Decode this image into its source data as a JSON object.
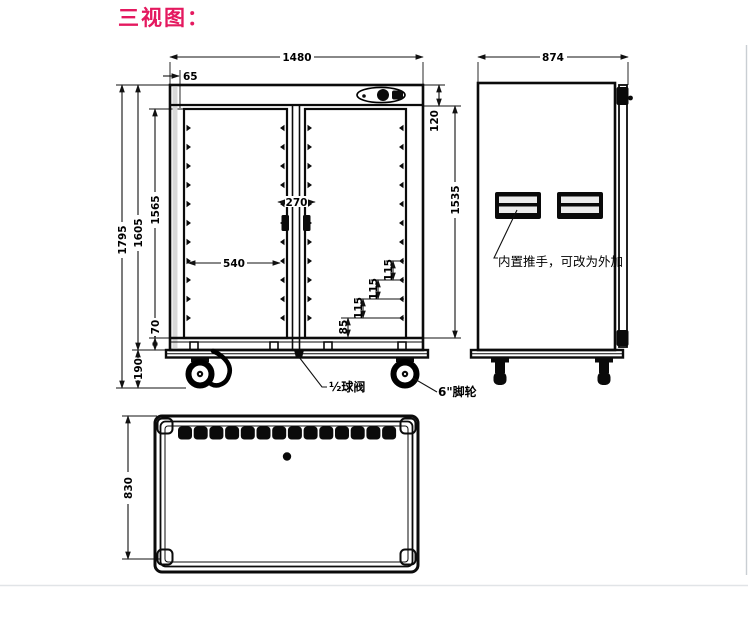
{
  "title": {
    "text": "三视图：",
    "color": "#e4195f"
  },
  "front_view": {
    "dims": {
      "overall_width": "1480",
      "door_offset": "65",
      "top_panel_height": "120",
      "overall_height": "1795",
      "body_height": "1605",
      "door_frame_height": "1565",
      "door_opening_height": "1535",
      "left_door_width": "540",
      "center_section_width": "270",
      "shelf_pitch_1": "115",
      "shelf_pitch_2": "115",
      "shelf_pitch_3": "115",
      "bottom_shelf_gap": "85",
      "base_channel_height": "70",
      "caster_height": "190"
    },
    "callouts": {
      "drain_valve": "½球阀",
      "caster": "6\"脚轮"
    }
  },
  "side_view": {
    "dims": {
      "overall_depth": "874"
    },
    "callouts": {
      "handle_note": "内置推手，可改为外加"
    }
  },
  "top_view": {
    "dims": {
      "overall_depth": "830"
    }
  }
}
